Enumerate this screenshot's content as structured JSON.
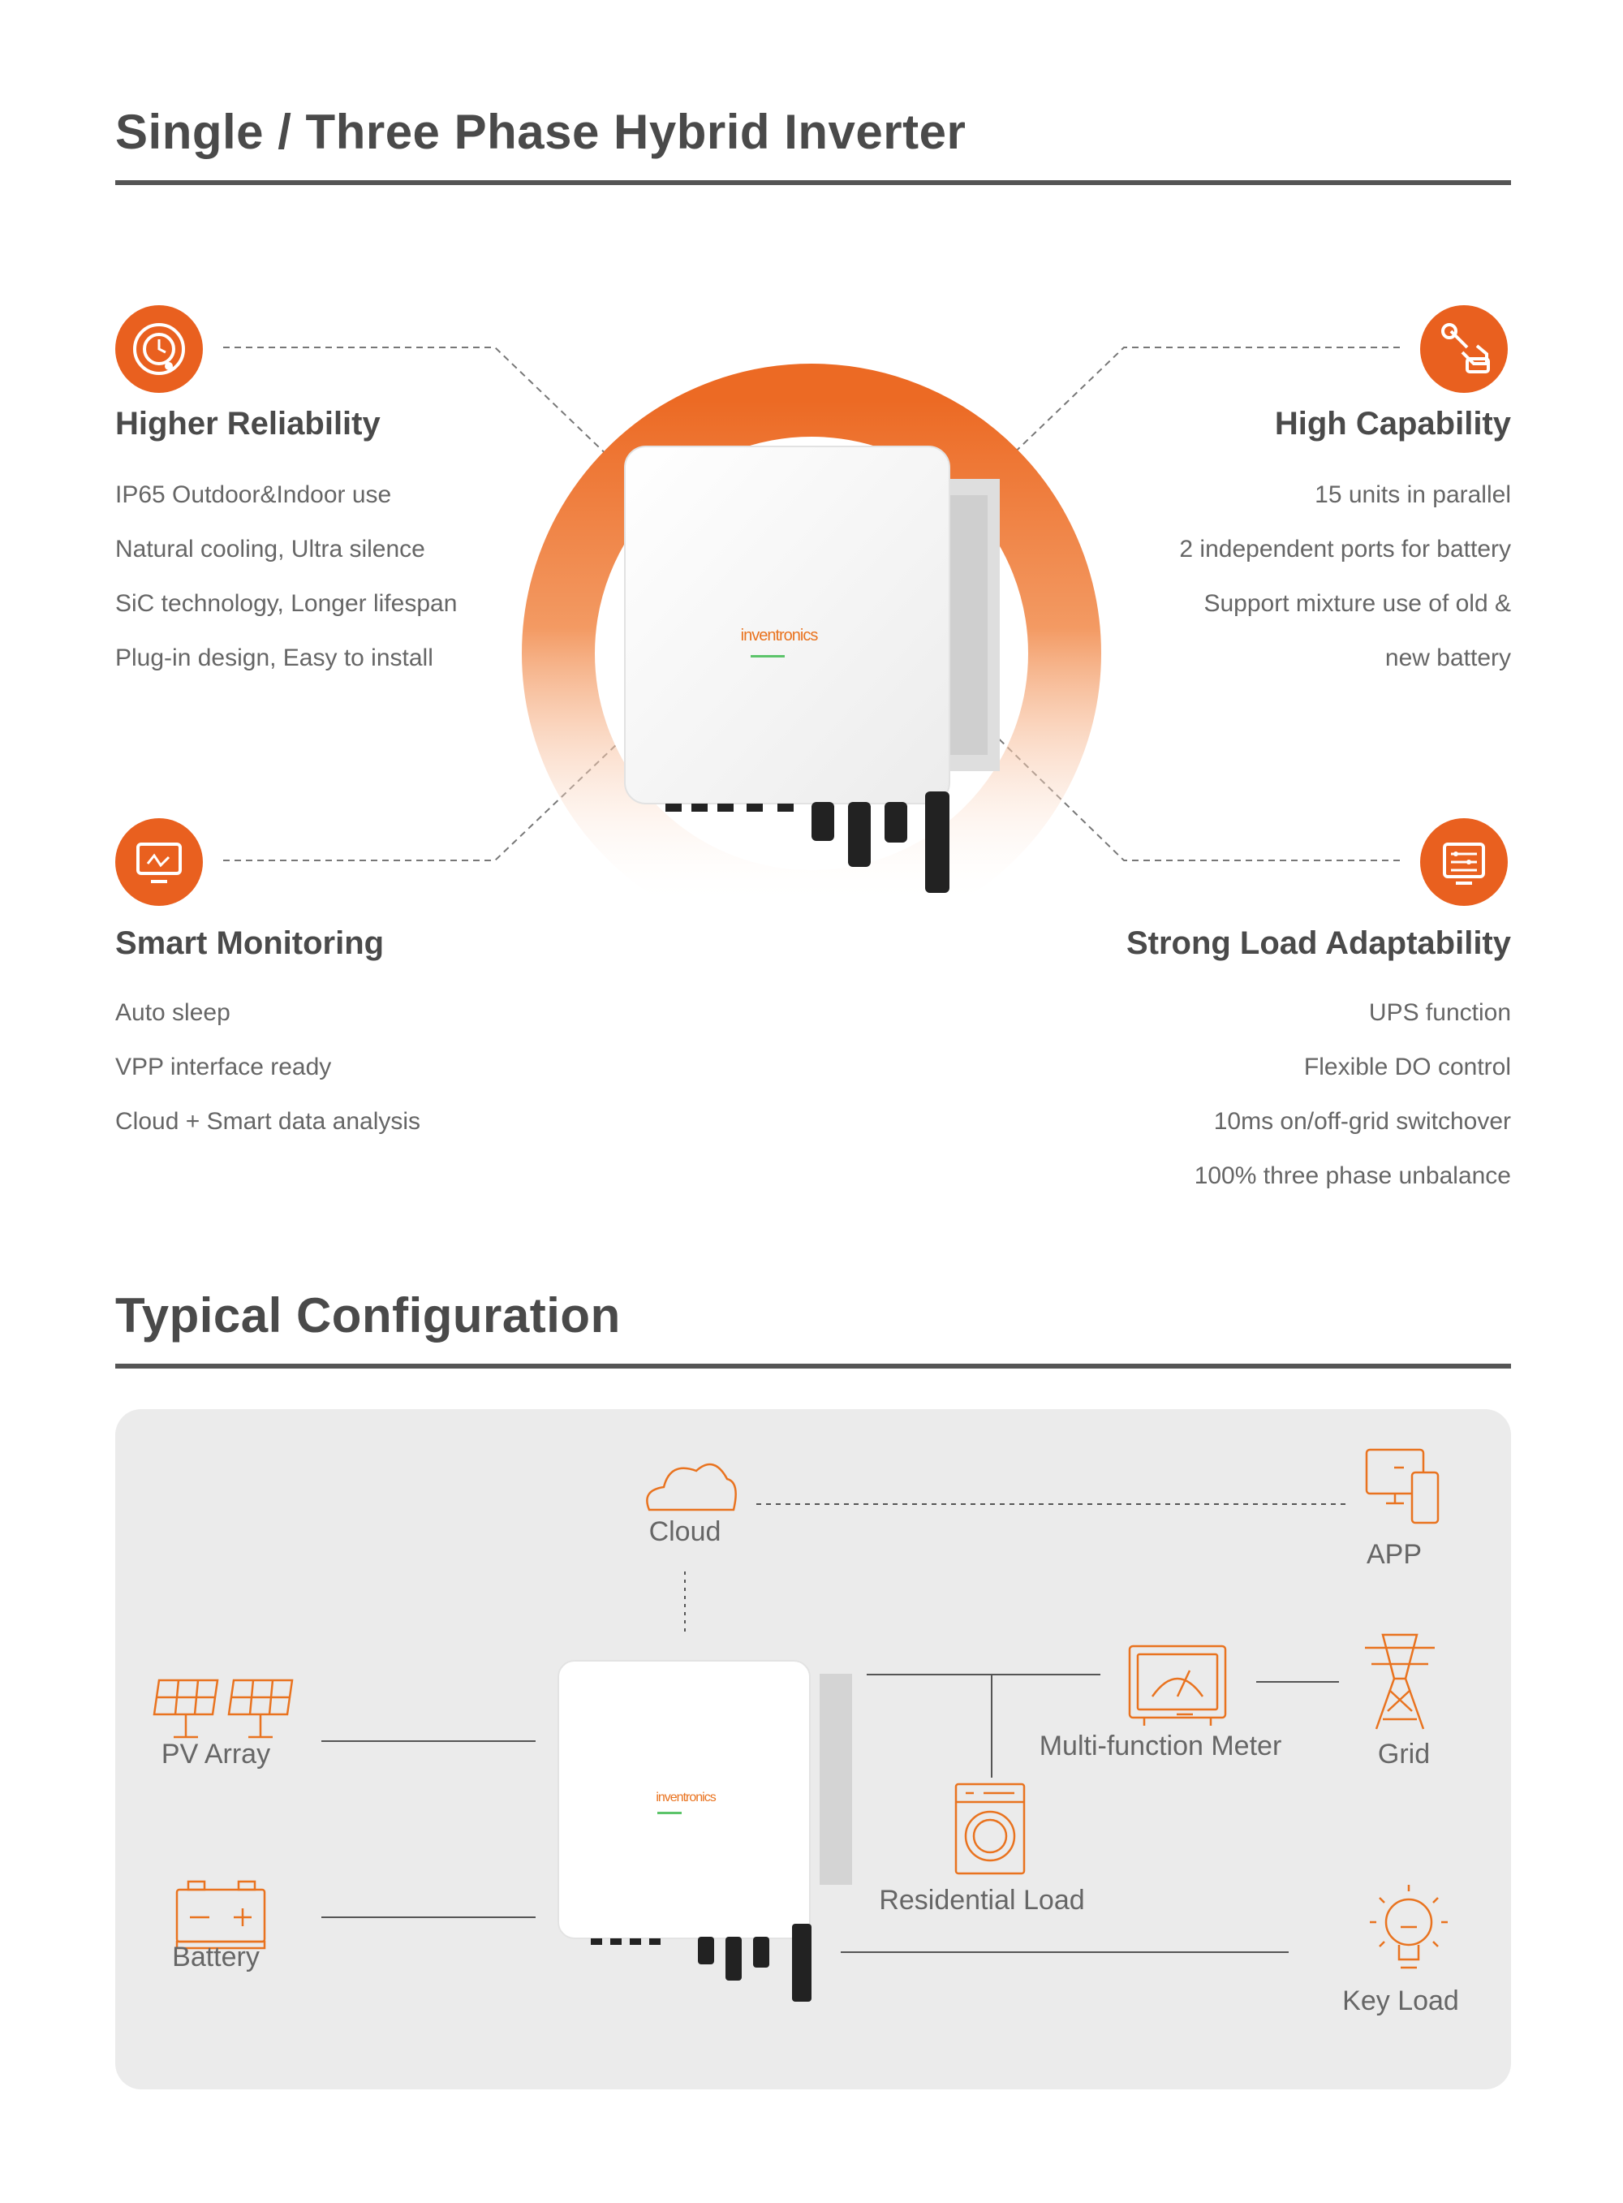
{
  "title": "Single / Three Phase Hybrid Inverter",
  "brand": "inventronics",
  "features": {
    "higher_reliability": {
      "title": "Higher Reliability",
      "items": [
        "IP65 Outdoor&Indoor use",
        "Natural cooling, Ultra silence",
        "SiC technology, Longer lifespan",
        "Plug-in design, Easy to install"
      ]
    },
    "high_capability": {
      "title": "High Capability",
      "items": [
        "15 units in parallel",
        "2 independent ports for battery",
        "Support mixture use of old &",
        "new battery"
      ]
    },
    "smart_monitoring": {
      "title": "Smart Monitoring",
      "items": [
        "Auto sleep",
        "VPP interface ready",
        "Cloud + Smart data analysis"
      ]
    },
    "strong_load": {
      "title": "Strong Load Adaptability",
      "items": [
        "UPS function",
        "Flexible DO control",
        "10ms on/off-grid switchover",
        "100% three phase unbalance"
      ]
    }
  },
  "config": {
    "title": "Typical Configuration",
    "labels": {
      "cloud": "Cloud",
      "app": "APP",
      "pv": "PV Array",
      "battery": "Battery",
      "meter": "Multi-function Meter",
      "grid": "Grid",
      "residential": "Residential Load",
      "key_load": "Key Load"
    }
  },
  "colors": {
    "accent": "#e9601f",
    "heading": "#4a4a4a",
    "text": "#666666",
    "panel": "#ebebeb"
  },
  "icons": {
    "reliability": "reliability-icon",
    "capability": "tools-icon",
    "monitoring": "monitor-icon",
    "load": "control-panel-icon"
  }
}
